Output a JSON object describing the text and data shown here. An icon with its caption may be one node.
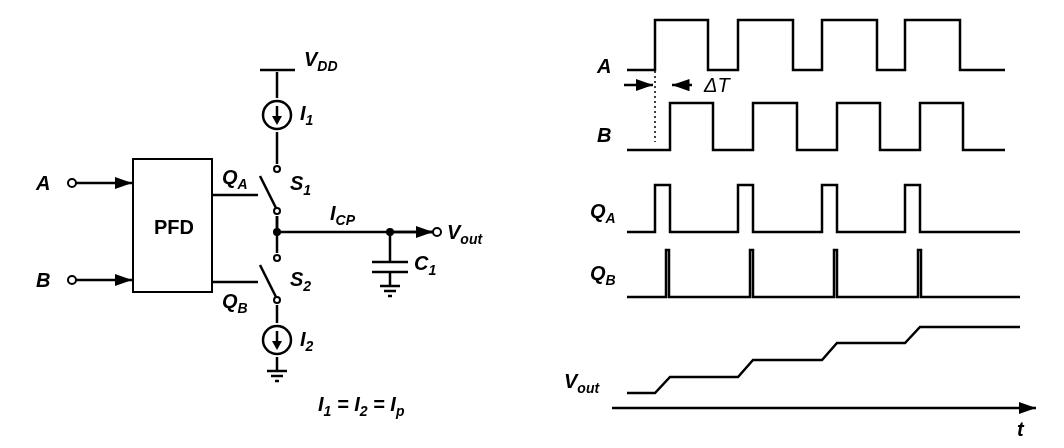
{
  "diagram": {
    "nodes": [
      {
        "text": [
          "A"
        ]
      },
      {
        "text": [
          "B"
        ]
      },
      {
        "text": [
          "PFD"
        ]
      },
      {
        "text": [
          "I$_{1}$"
        ]
      },
      {
        "text": [
          "S$_{1}$"
        ]
      },
      {
        "text": [
          "S$_{2}$"
        ]
      },
      {
        "text": [
          "I$_{2}$"
        ]
      },
      {
        "text": [
          "C$_{1}$"
        ]
      },
      {
        "text": [
          "V$_{out}$"
        ]
      },
      {
        "text": [
          "V$_{DD}$"
        ]
      }
    ],
    "edges": [
      {
        "from": 0,
        "to": 2,
        "arrow": "to"
      },
      {
        "from": 1,
        "to": 2,
        "arrow": "to"
      },
      {
        "from": 2,
        "to": 4,
        "arrow": "none",
        "label": "Q$_{A}$"
      },
      {
        "from": 2,
        "to": 5,
        "arrow": "none",
        "label": "Q$_{B}$"
      },
      {
        "from": 9,
        "to": 3,
        "arrow": "none"
      },
      {
        "from": 3,
        "to": 4,
        "arrow": "none"
      },
      {
        "from": 4,
        "to": 5,
        "arrow": "none"
      },
      {
        "from": 5,
        "to": 6,
        "arrow": "none"
      },
      {
        "from": 4,
        "to": 8,
        "arrow": "to",
        "label": "I$_{CP}$"
      },
      {
        "from": 7,
        "to": 8,
        "arrow": "none"
      }
    ],
    "labels": [
      "I$_{1}$ = I$_{2}$ = I$_{p}$",
      "A",
      "B",
      "Q$_{A}$",
      "Q$_{B}$",
      "V$_{out}$",
      "ΔT",
      "t"
    ]
  }
}
